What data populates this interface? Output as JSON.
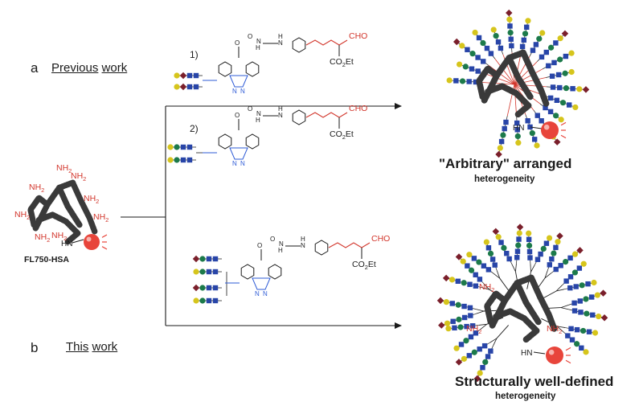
{
  "section_a": {
    "letter": "a",
    "word1": "Previous",
    "word2": "work"
  },
  "section_b": {
    "letter": "b",
    "word1": "This",
    "word2": "work"
  },
  "protein_label": "FL750-HSA",
  "amine": "NH",
  "amine_sub": "2",
  "hn": "HN",
  "reagent": {
    "cho": "CHO",
    "ester_a": "CO",
    "ester_sub": "2",
    "ester_b": "Et",
    "nh": "N",
    "nh_h": "H",
    "o": "O",
    "n": "N"
  },
  "steps": {
    "one": "1)",
    "two": "2)"
  },
  "result_top": {
    "title": "\"Arbitrary\" arranged",
    "subtitle": "heterogeneity"
  },
  "result_bottom": {
    "title": "Structurally well-defined",
    "subtitle": "heterogeneity"
  },
  "colors": {
    "glcnac": "#2845a8",
    "mannose": "#1c7a4a",
    "galactose": "#d6c51c",
    "sialic": "#7a1f2b",
    "amine": "#d2352b",
    "protein": "#3a3a3a",
    "dye": "#e8453b",
    "reactive": "#d2352b",
    "triazole": "#2e5bd6",
    "line": "#1a1a1a"
  }
}
